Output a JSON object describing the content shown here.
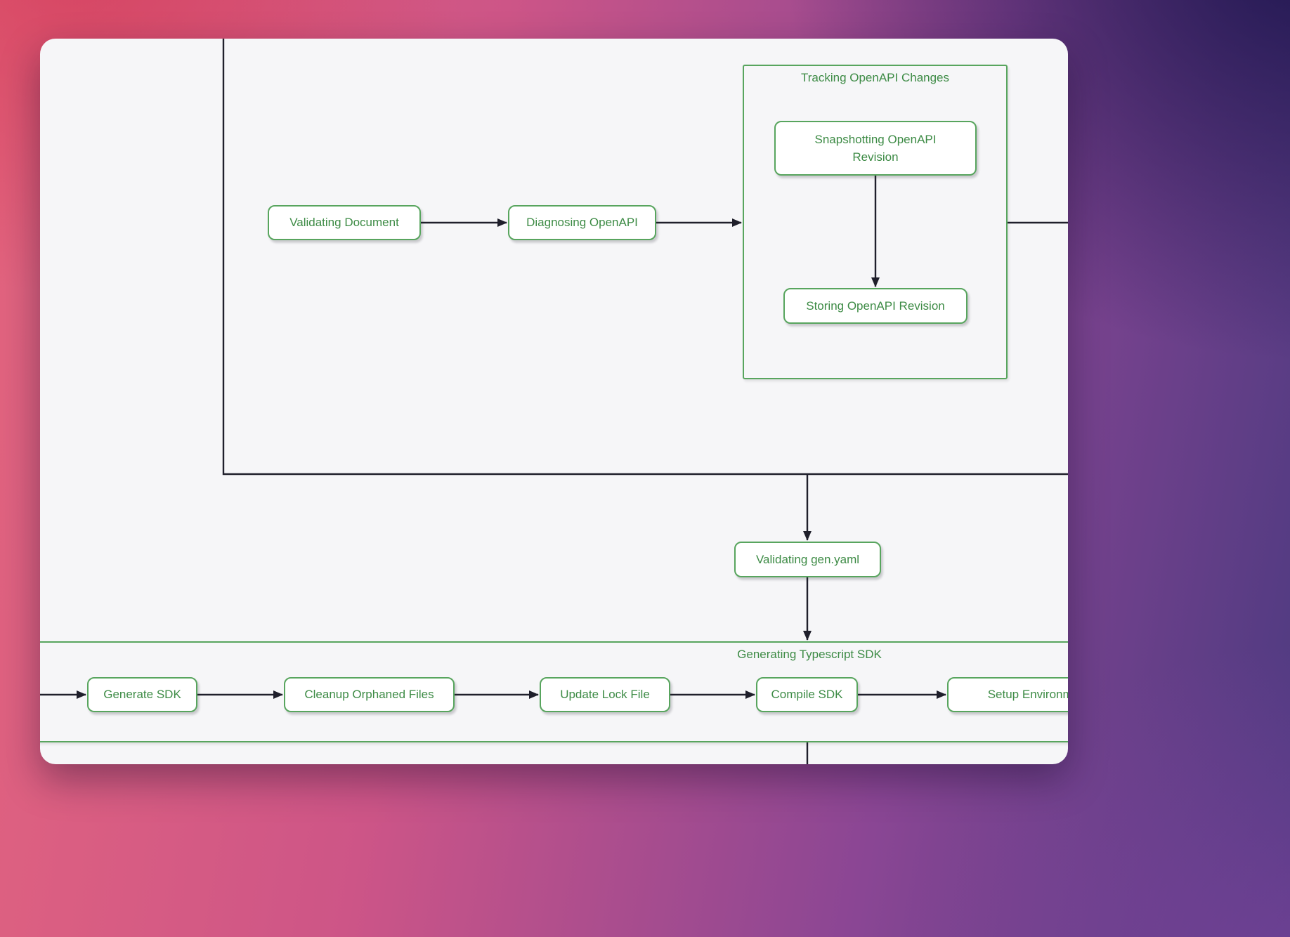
{
  "colors": {
    "accent_green": "#58a55e",
    "text_green": "#3d8b45",
    "line_dark": "#1f1f2b",
    "node_bg": "#ffffff",
    "canvas_bg": "#f6f6f8"
  },
  "containers": {
    "tracking": {
      "title": "Tracking OpenAPI Changes"
    },
    "generating_sdk": {
      "title": "Generating Typescript SDK"
    }
  },
  "nodes": {
    "validating_document": {
      "label": "Validating Document"
    },
    "diagnosing_openapi": {
      "label": "Diagnosing OpenAPI"
    },
    "snapshotting_revision": {
      "label": "Snapshotting OpenAPI Revision"
    },
    "storing_revision": {
      "label": "Storing OpenAPI Revision"
    },
    "validating_gen_yaml": {
      "label": "Validating gen.yaml"
    },
    "generate_sdk": {
      "label": "Generate SDK"
    },
    "cleanup_orphaned_files": {
      "label": "Cleanup Orphaned Files"
    },
    "update_lock_file": {
      "label": "Update Lock File"
    },
    "compile_sdk": {
      "label": "Compile SDK"
    },
    "setup_environment": {
      "label": "Setup Environment"
    }
  }
}
